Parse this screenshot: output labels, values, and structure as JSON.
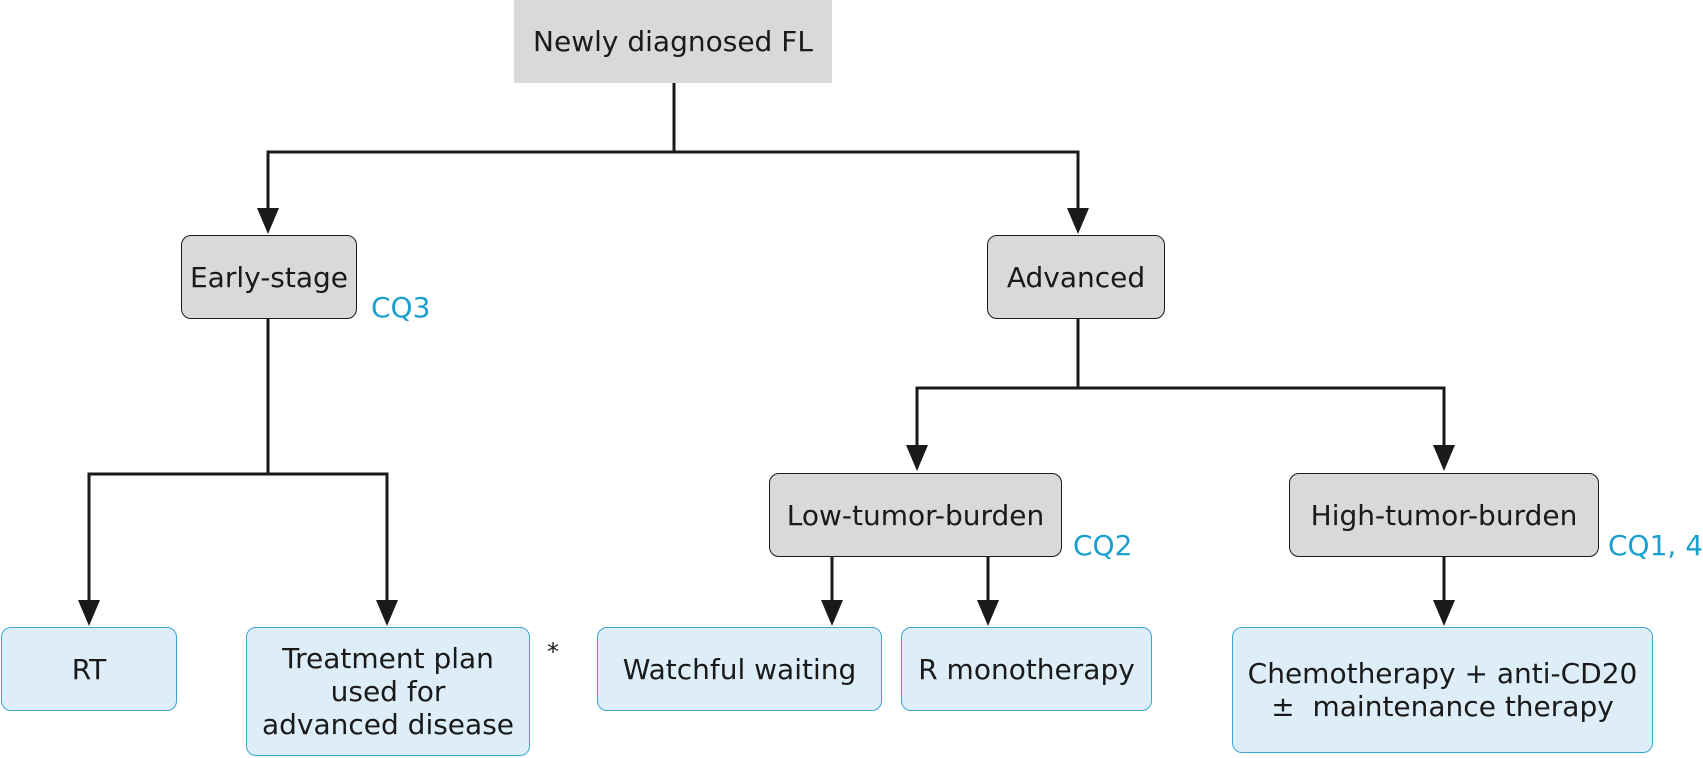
{
  "nodes": {
    "root": "Newly diagnosed FL",
    "early_stage": "Early-stage",
    "advanced": "Advanced",
    "low_tumor_burden": "Low-tumor-burden",
    "high_tumor_burden": "High-tumor-burden",
    "rt": "RT",
    "treatment_plan": [
      "Treatment plan",
      "used for",
      "advanced disease"
    ],
    "watchful_waiting": "Watchful waiting",
    "r_monotherapy": "R monotherapy",
    "chemotherapy": [
      "Chemotherapy + anti-CD20",
      "±  maintenance therapy"
    ]
  },
  "labels": {
    "cq_early": "CQ3",
    "cq_low": "CQ2",
    "cq_high": "CQ1, 4",
    "asterisk": "*"
  },
  "colors": {
    "line": "#1a1a1a",
    "gray_box": "#d9d9d9",
    "blue_box_fill": "#ddeef9",
    "blue_box_border": "#3aa6d4",
    "cq_text": "#1aa0cf"
  }
}
